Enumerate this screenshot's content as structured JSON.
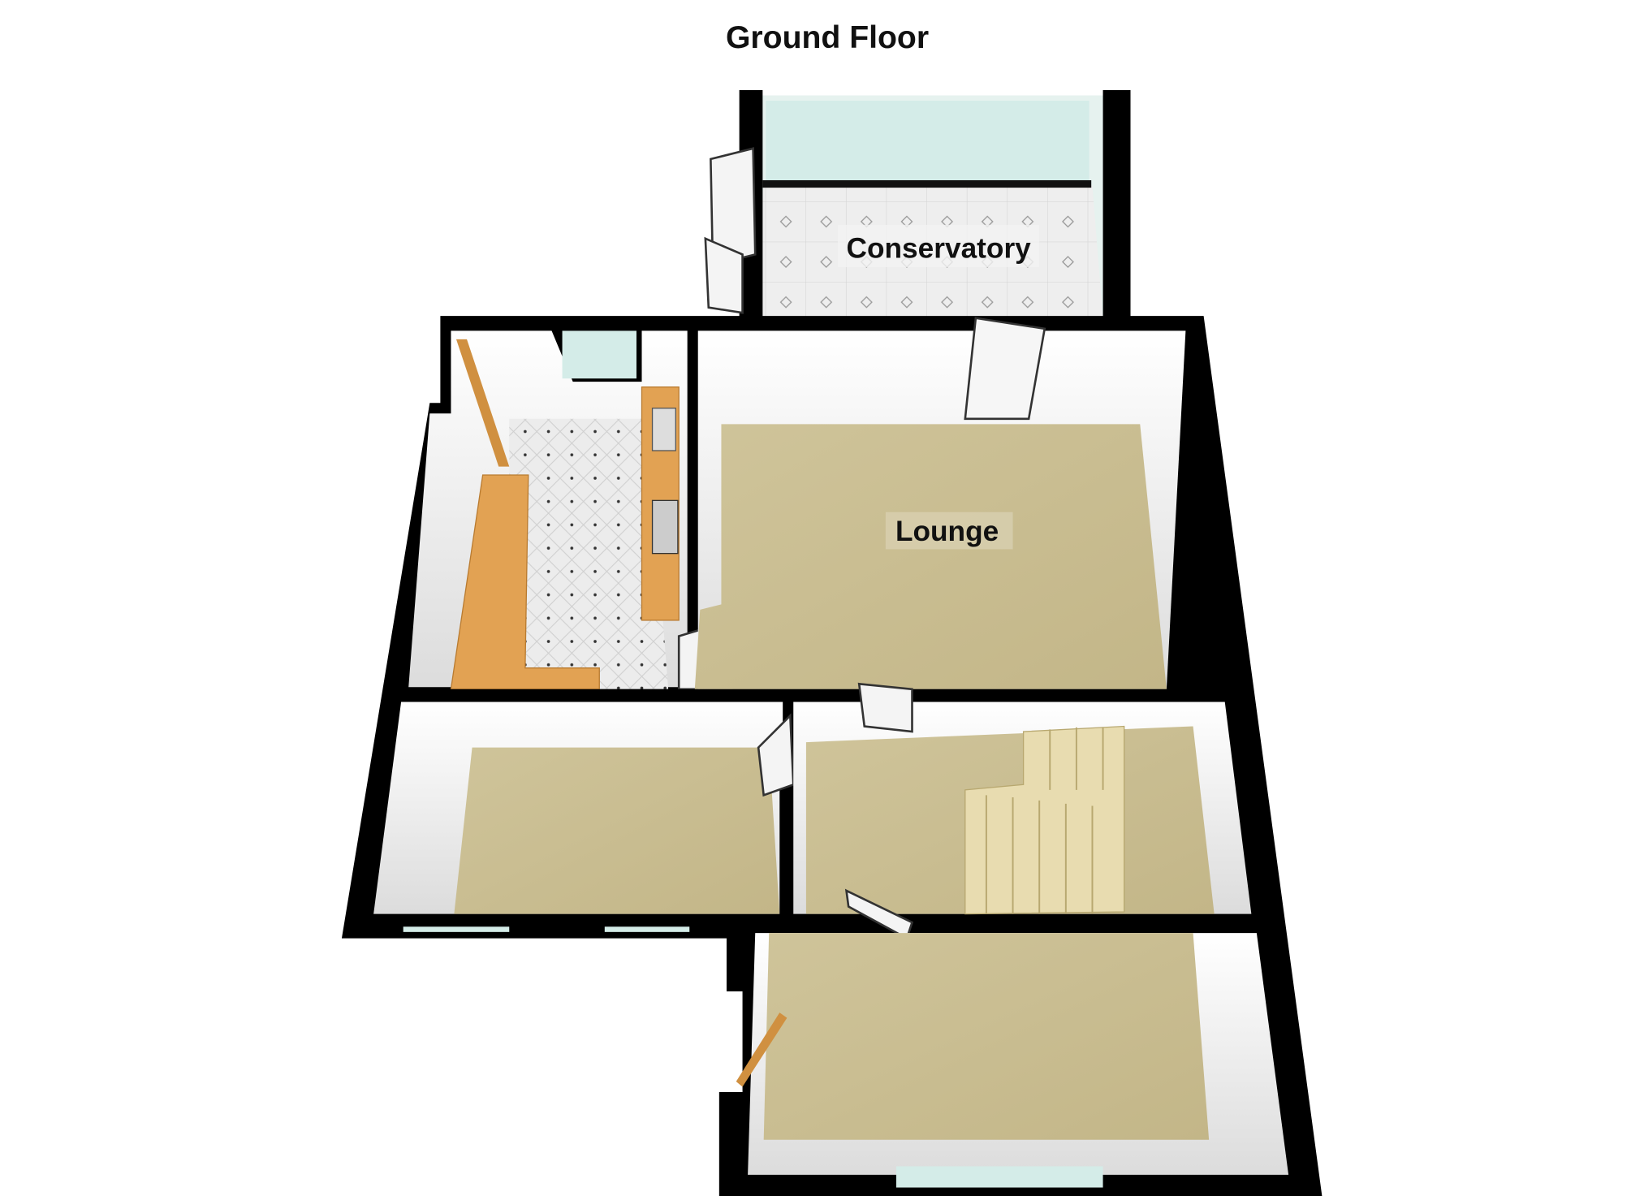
{
  "title": "Ground Floor",
  "rooms": {
    "conservatory": "Conservatory",
    "lounge": "Lounge"
  },
  "colors": {
    "wall": "#000000",
    "carpet": "#cbbf93",
    "tile": "#e9e9e9",
    "glass": "#d4ece8",
    "worktop": "#e2a253"
  }
}
